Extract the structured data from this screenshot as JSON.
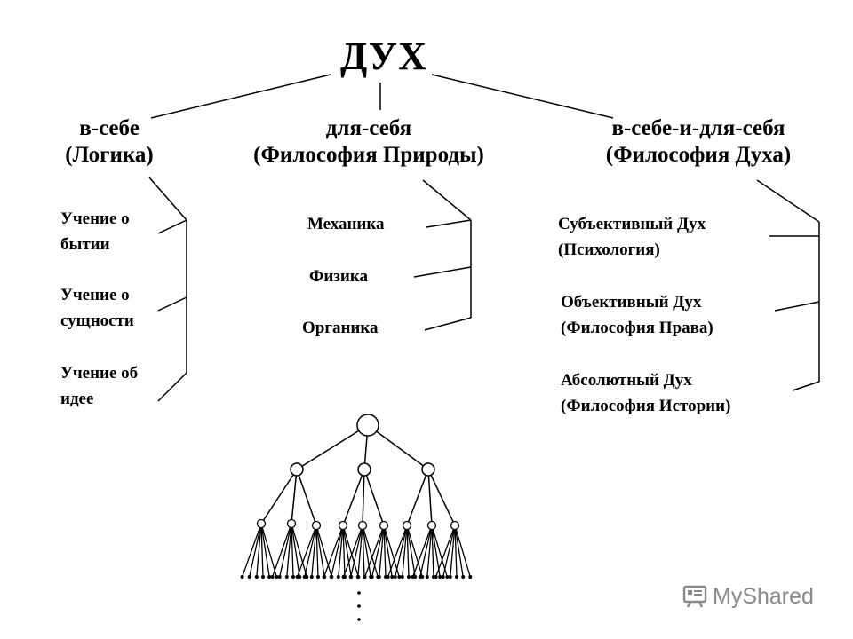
{
  "title": "ДУХ",
  "branches": {
    "left": {
      "line1": "в-себе",
      "line2": "(Логика)"
    },
    "middle": {
      "line1": "для-себя",
      "line2": "(Философия Природы)"
    },
    "right": {
      "line1": "в-себе-и-для-себя",
      "line2": "(Философия Духа)"
    }
  },
  "logic_items": [
    {
      "line1": "Учение о",
      "line2": "бытии"
    },
    {
      "line1": "Учение о",
      "line2": "сущности"
    },
    {
      "line1": "Учение об",
      "line2": "идее"
    }
  ],
  "nature_items": [
    "Механика",
    "Физика",
    "Органика"
  ],
  "spirit_items": [
    {
      "line1": "Субъективный Дух",
      "line2": "(Психология)"
    },
    {
      "line1": "Объективный Дух",
      "line2": "(Философия Права)"
    },
    {
      "line1": "Абсолютный Дух",
      "line2": "(Философия Истории)"
    }
  ],
  "watermark": {
    "text": "MyShared",
    "icon": "myshared-logo-icon",
    "color": "#8a8a8a"
  }
}
